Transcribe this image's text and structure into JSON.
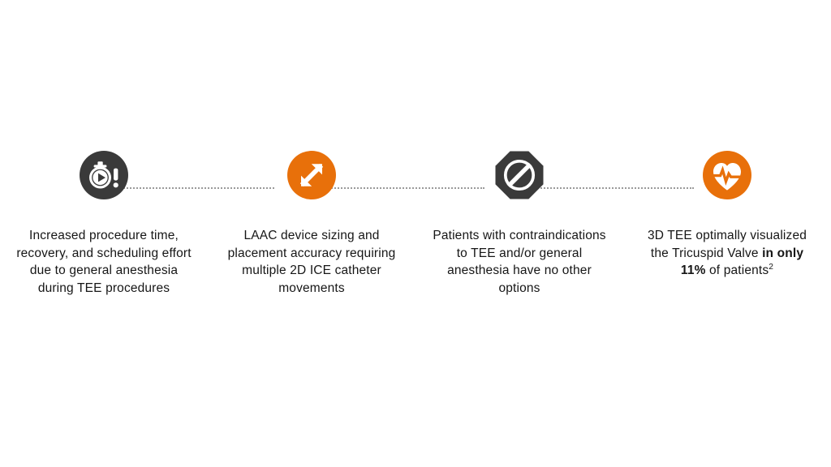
{
  "colors": {
    "background": "#ffffff",
    "accent_orange": "#e8700a",
    "dark_charcoal": "#3a3a3a",
    "text": "#161616",
    "connector_dotted": "#9a9a9a"
  },
  "connector": {
    "style": "dotted-line"
  },
  "steps": [
    {
      "icon_name": "stopwatch-alert-icon",
      "icon_shape": "circle",
      "icon_fill": "#3a3a3a",
      "text_parts": [
        {
          "text": "Increased procedure time, recovery, and scheduling effort due to general anesthesia during TEE procedures",
          "bold": false
        }
      ]
    },
    {
      "icon_name": "expand-arrows-icon",
      "icon_shape": "circle",
      "icon_fill": "#e8700a",
      "text_parts": [
        {
          "text": "LAAC device sizing and placement accuracy requiring multiple 2D ICE catheter movements",
          "bold": false
        }
      ]
    },
    {
      "icon_name": "prohibition-sign-icon",
      "icon_shape": "octagon",
      "icon_fill": "#3a3a3a",
      "text_parts": [
        {
          "text": "Patients with contraindications to TEE and/or general anesthesia have no other options",
          "bold": false
        }
      ]
    },
    {
      "icon_name": "heart-pulse-icon",
      "icon_shape": "circle",
      "icon_fill": "#e8700a",
      "text_parts": [
        {
          "text": "3D TEE optimally visualized the Tricuspid Valve ",
          "bold": false
        },
        {
          "text": "in only 11%",
          "bold": true
        },
        {
          "text": " of patients",
          "bold": false
        },
        {
          "text": "2",
          "superscript": true
        }
      ]
    }
  ]
}
